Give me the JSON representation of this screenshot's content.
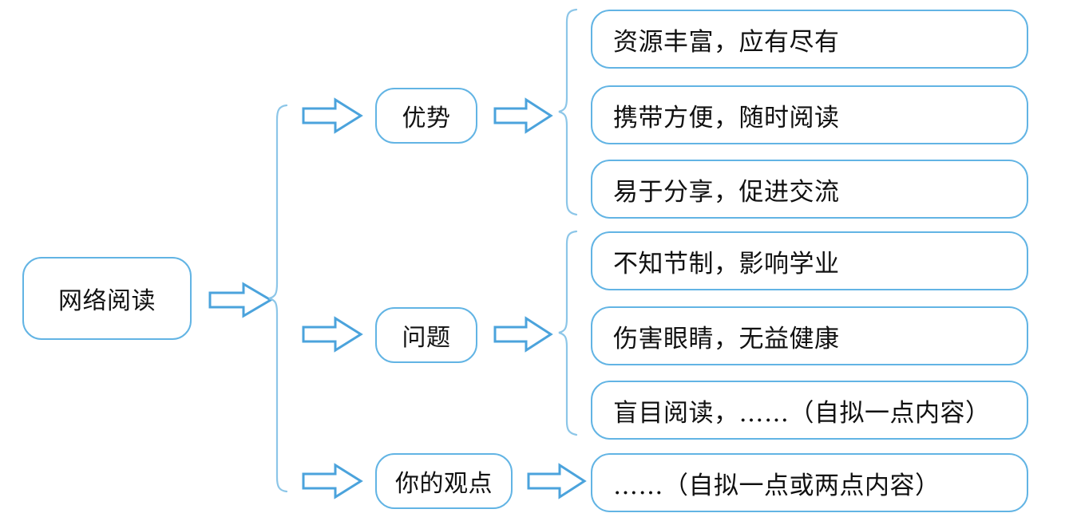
{
  "diagram": {
    "type": "mind-map",
    "title_node": "网络阅读",
    "colors": {
      "border": "#62b4e4",
      "arrow": "#4ba3dc",
      "brace": "#8cc6e8",
      "text": "#111111",
      "background": "#ffffff"
    },
    "icons": {
      "arrow": "block-arrow-right-icon",
      "brace": "curly-brace-right-icon"
    },
    "root": {
      "label": "网络阅读"
    },
    "branches": [
      {
        "label": "优势",
        "items": [
          "资源丰富，应有尽有",
          "携带方便，随时阅读",
          "易于分享，促进交流"
        ]
      },
      {
        "label": "问题",
        "items": [
          "不知节制，影响学业",
          "伤害眼睛，无益健康",
          "盲目阅读，……（自拟一点内容）"
        ]
      },
      {
        "label": "你的观点",
        "items": [
          "……（自拟一点或两点内容）"
        ]
      }
    ]
  }
}
